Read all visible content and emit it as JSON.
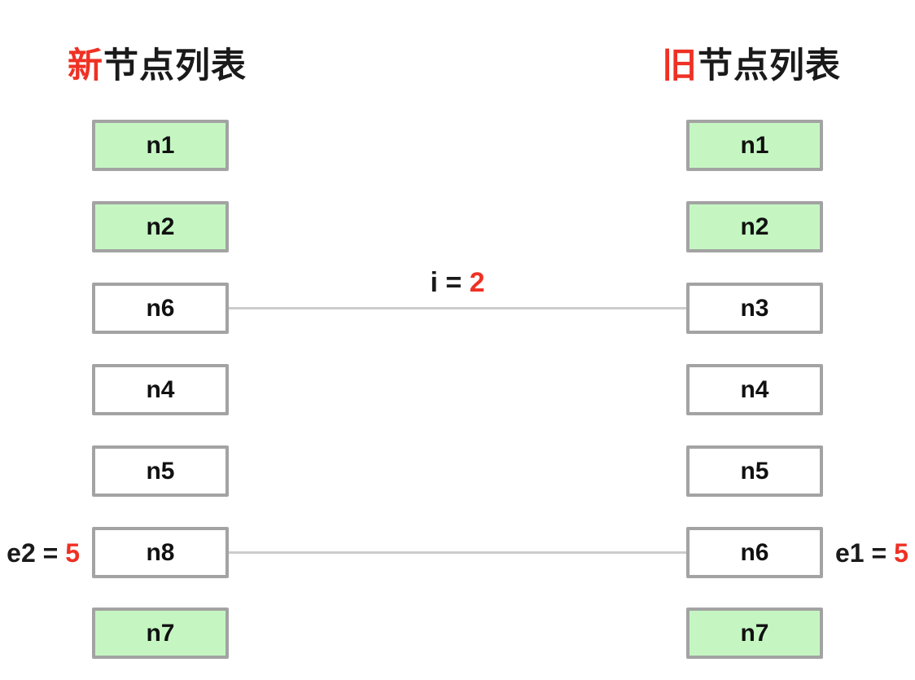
{
  "diagram": {
    "titles": {
      "new": {
        "highlight": "新",
        "rest": "节点列表"
      },
      "old": {
        "highlight": "旧",
        "rest": "节点列表"
      }
    },
    "new_list": {
      "nodes": [
        {
          "label": "n1",
          "highlighted": true
        },
        {
          "label": "n2",
          "highlighted": true
        },
        {
          "label": "n6",
          "highlighted": false
        },
        {
          "label": "n4",
          "highlighted": false
        },
        {
          "label": "n5",
          "highlighted": false
        },
        {
          "label": "n8",
          "highlighted": false
        },
        {
          "label": "n7",
          "highlighted": true
        }
      ]
    },
    "old_list": {
      "nodes": [
        {
          "label": "n1",
          "highlighted": true
        },
        {
          "label": "n2",
          "highlighted": true
        },
        {
          "label": "n3",
          "highlighted": false
        },
        {
          "label": "n4",
          "highlighted": false
        },
        {
          "label": "n5",
          "highlighted": false
        },
        {
          "label": "n6",
          "highlighted": false
        },
        {
          "label": "n7",
          "highlighted": true
        }
      ]
    },
    "annotations": {
      "i_label": {
        "prefix": "i = ",
        "value": "2"
      },
      "e2_label": {
        "prefix": "e2 = ",
        "value": "5"
      },
      "e1_label": {
        "prefix": "e1 = ",
        "value": "5"
      }
    },
    "connections": [
      {
        "from": "new.n6",
        "to": "old.n3",
        "annotation": "i = 2"
      },
      {
        "from": "new.n8",
        "to": "old.n6",
        "annotation": "e2 = 5 / e1 = 5"
      }
    ],
    "colors": {
      "accent_red": "#ee3124",
      "node_green": "#c5f6c2",
      "node_border": "#a3a3a3",
      "connector_gray": "#cccccc"
    }
  }
}
